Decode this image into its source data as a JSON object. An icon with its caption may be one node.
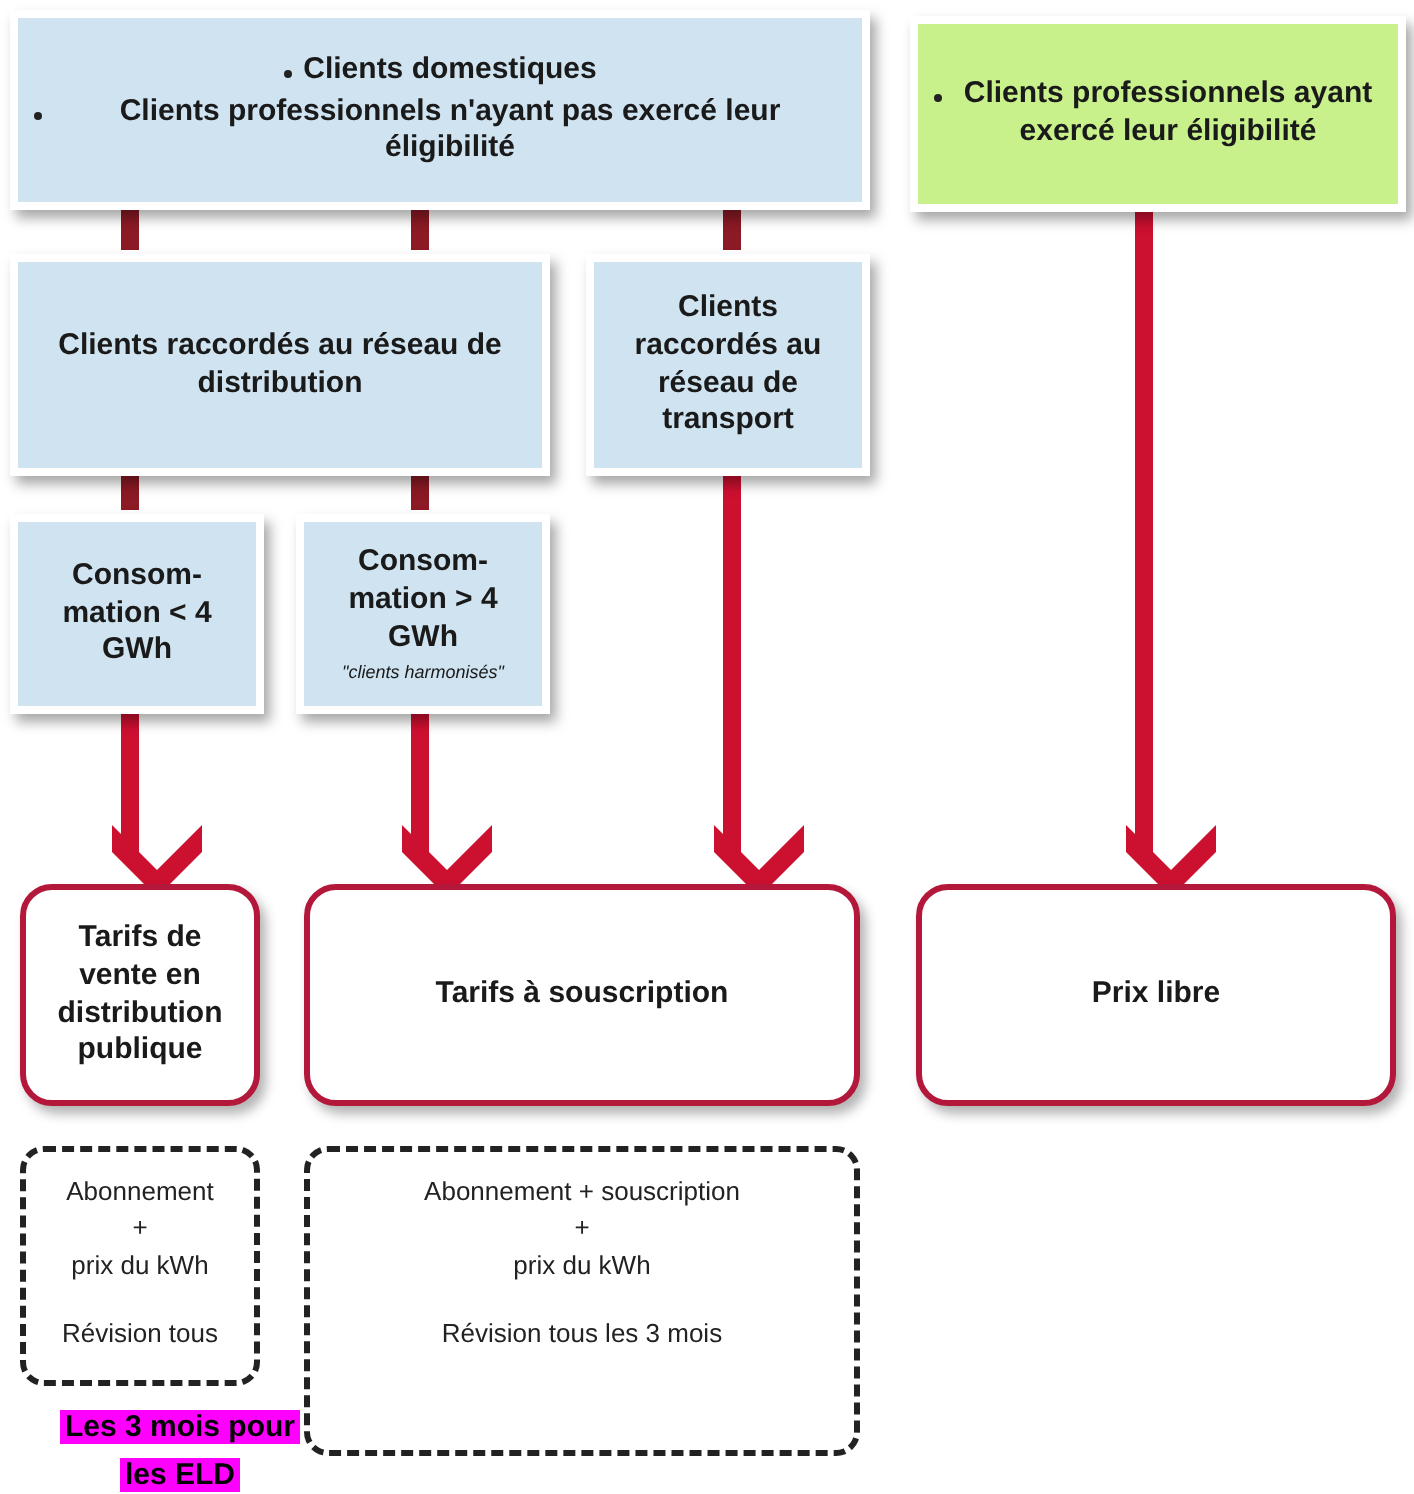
{
  "diagram": {
    "nodes": [
      {
        "text": [
          "Clients domestiques",
          "Clients professionnels n'ayant pas exercé leur éligibilité"
        ]
      },
      {
        "text": [
          "Clients professionnels ayant exercé leur éligibilité"
        ]
      },
      {
        "text": [
          "Clients raccordés au réseau de distribution"
        ]
      },
      {
        "text": [
          "Clients raccordés au réseau de transport"
        ]
      },
      {
        "text": [
          "Consom- mation < 4 GWh"
        ]
      },
      {
        "text": [
          "Consom- mation > 4 GWh",
          "\"clients harmonisés\""
        ]
      },
      {
        "text": [
          "Tarifs de vente en distribution publique"
        ]
      },
      {
        "text": [
          "Tarifs à souscription"
        ]
      },
      {
        "text": [
          "Prix libre"
        ]
      },
      {
        "text": [
          "Abonnement",
          "+",
          "prix du kWh",
          "Révision tous"
        ]
      },
      {
        "text": [
          "Abonnement + souscription",
          "+",
          "prix du kWh",
          "Révision tous les 3 mois"
        ]
      }
    ],
    "edges": [
      {
        "from": 0,
        "to": 2,
        "arrow": "none",
        "color": "#8b1a24"
      },
      {
        "from": 0,
        "to": 2,
        "arrow": "none",
        "color": "#8b1a24"
      },
      {
        "from": 0,
        "to": 3,
        "arrow": "none",
        "color": "#8b1a24"
      },
      {
        "from": 2,
        "to": 4,
        "arrow": "none",
        "color": "#8b1a24"
      },
      {
        "from": 2,
        "to": 5,
        "arrow": "none",
        "color": "#8b1a24"
      },
      {
        "from": 4,
        "to": 6,
        "arrow": "to"
      },
      {
        "from": 5,
        "to": 7,
        "arrow": "to"
      },
      {
        "from": 3,
        "to": 7,
        "arrow": "to"
      },
      {
        "from": 1,
        "to": 8,
        "arrow": "to"
      }
    ],
    "labels": [
      "Les 3 mois pour les ELD"
    ]
  }
}
